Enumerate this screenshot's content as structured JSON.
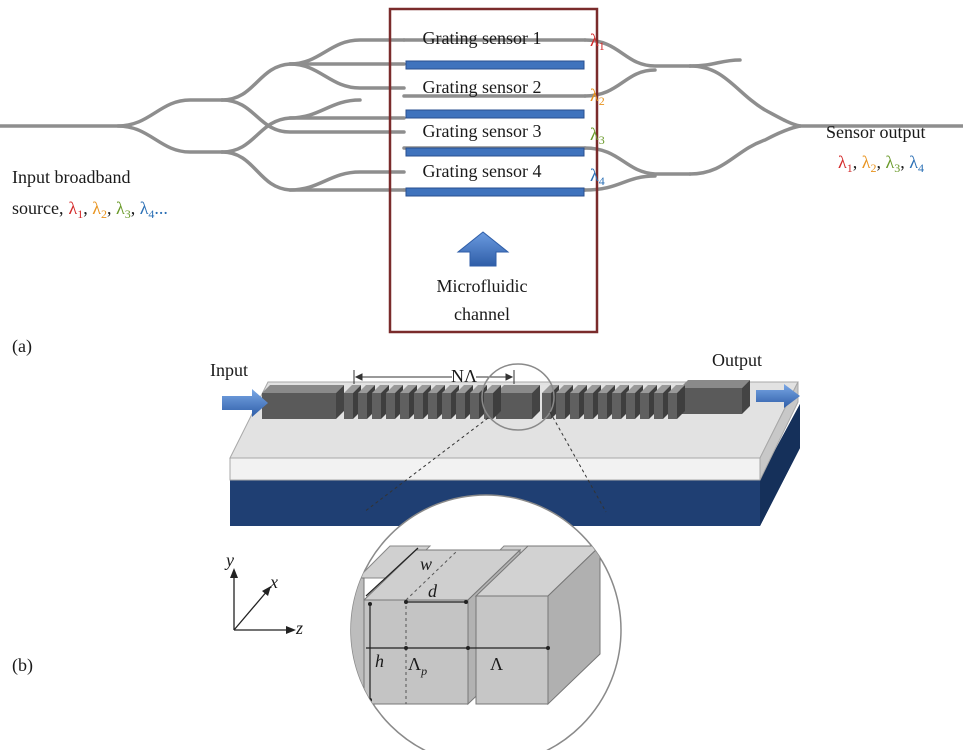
{
  "colors": {
    "lambda1": "#d42a2a",
    "lambda2": "#e8931e",
    "lambda3": "#6a9a2a",
    "lambda4": "#2a6fb5",
    "grating": "#3f73bd",
    "box_border": "#7a2b2b",
    "fiber": "#9a9a9a",
    "substrate": "#1f3f73",
    "slab_top": "#d9d9d9",
    "arrow": "#3f73bd"
  },
  "panel_a": {
    "label": "(a)",
    "sensors": [
      {
        "name": "Grating sensor 1",
        "lambda": "λ",
        "sub": "1"
      },
      {
        "name": "Grating sensor 2",
        "lambda": "λ",
        "sub": "2"
      },
      {
        "name": "Grating sensor 3",
        "lambda": "λ",
        "sub": "3"
      },
      {
        "name": "Grating sensor 4",
        "lambda": "λ",
        "sub": "4"
      }
    ],
    "input_line1": "Input broadband",
    "input_line2": "source,",
    "input_ellipsis": "...",
    "output_title": "Sensor output",
    "channel_line1": "Microfluidic",
    "channel_line2": "channel"
  },
  "panel_b": {
    "label": "(b)",
    "input": "Input",
    "output": "Output",
    "period_label": "NΛ",
    "axes": {
      "y": "y",
      "x": "x",
      "z": "z"
    },
    "w": "w",
    "d": "d",
    "h": "h",
    "lambda_p": "Λ",
    "lambda_p_sub": "p",
    "lambda": "Λ"
  }
}
